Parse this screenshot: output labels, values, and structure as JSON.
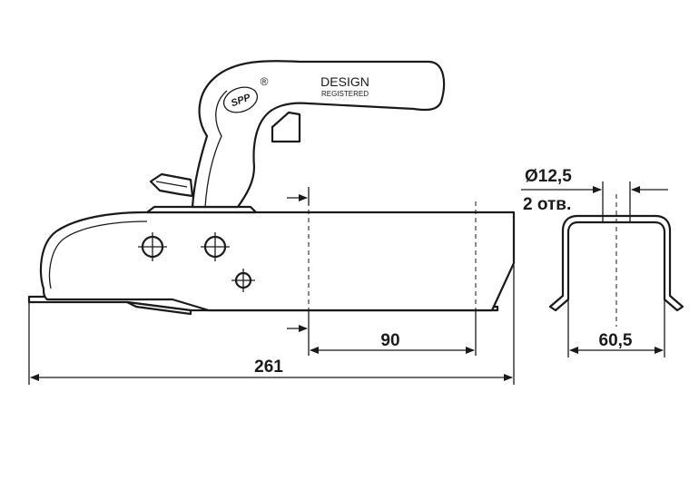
{
  "drawing": {
    "brand": {
      "logo_text": "SPP",
      "registered_mark": "®",
      "design_text": "DESIGN",
      "registered_text": "REGISTERED"
    },
    "dimensions": {
      "overall_length": "261",
      "hole_offset": "90",
      "hole_diameter": "Ø12,5",
      "hole_count": "2 отв.",
      "profile_width": "60,5"
    },
    "colors": {
      "line": "#1a1a1a",
      "background": "#ffffff"
    }
  }
}
